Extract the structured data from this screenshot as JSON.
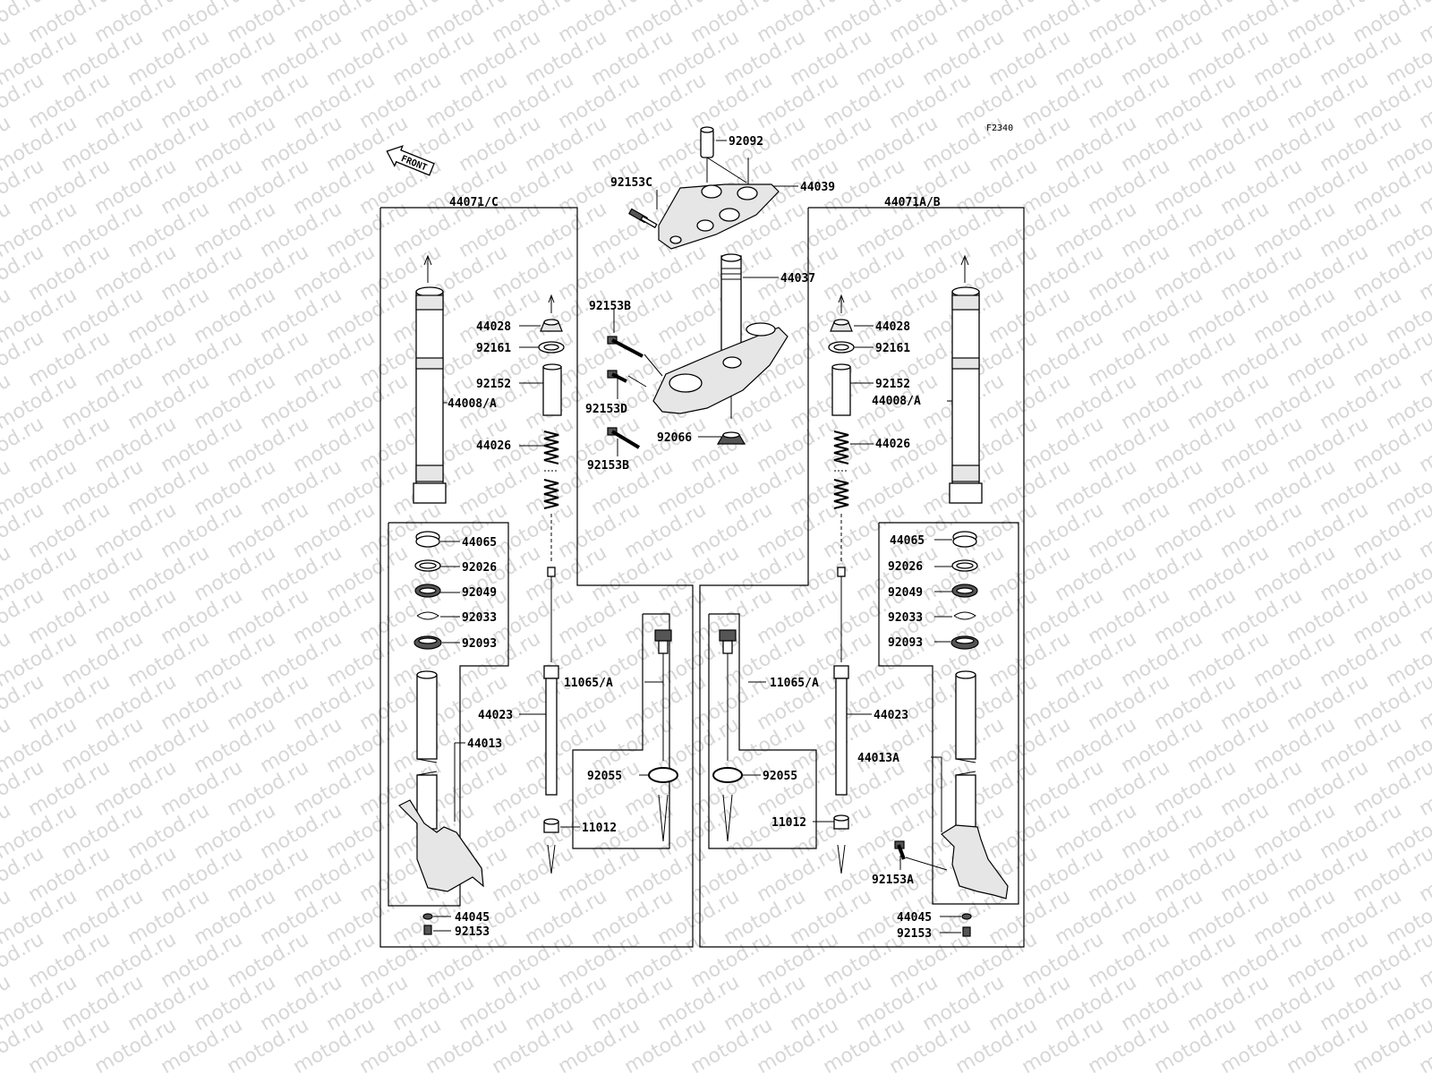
{
  "diagram": {
    "code": "F2340",
    "watermark": "motod.ru",
    "front_arrow_label": "FRONT"
  },
  "labels": {
    "l44071C": "44071/C",
    "l44071AB": "44071A/B",
    "l92092": "92092",
    "l92153C": "92153C",
    "l44039": "44039",
    "l44037": "44037",
    "l92153B_top": "92153B",
    "l92153D": "92153D",
    "l92153B_bot": "92153B",
    "l92066": "92066",
    "L44028": "44028",
    "L92161": "92161",
    "L92152": "92152",
    "L44008A": "44008/A",
    "L44026": "44026",
    "L44065": "44065",
    "L92026": "92026",
    "L92049": "92049",
    "L92033": "92033",
    "L92093": "92093",
    "L11065A": "11065/A",
    "L44023": "44023",
    "L44013": "44013",
    "L92055": "92055",
    "L11012": "11012",
    "L44045": "44045",
    "L92153": "92153",
    "R44028": "44028",
    "R92161": "92161",
    "R92152": "92152",
    "R44008A": "44008/A",
    "R44026": "44026",
    "R44065": "44065",
    "R92026": "92026",
    "R92049": "92049",
    "R92033": "92033",
    "R92093": "92093",
    "R11065A": "11065/A",
    "R44023": "44023",
    "R44013A": "44013A",
    "R92055": "92055",
    "R11012": "11012",
    "R92153A": "92153A",
    "R44045": "44045",
    "R92153": "92153"
  }
}
